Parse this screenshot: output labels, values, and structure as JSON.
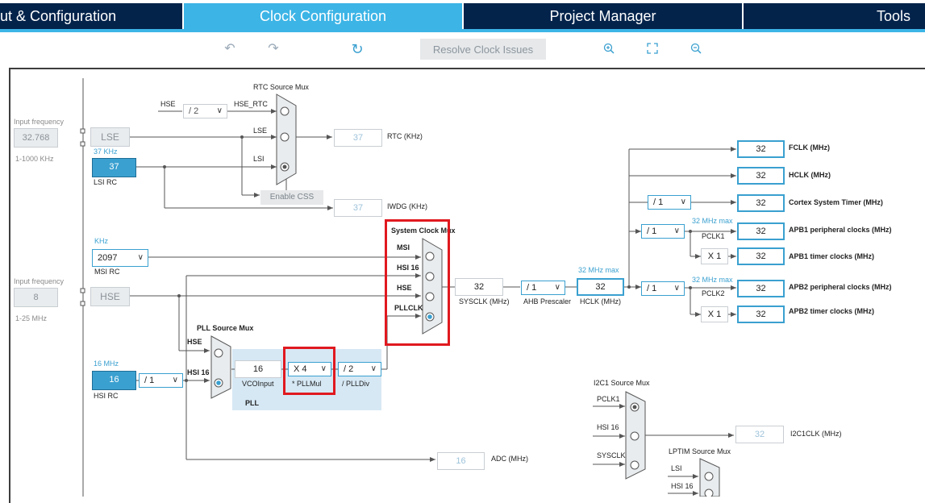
{
  "tabs": [
    {
      "label": "ut & Configuration",
      "active": false
    },
    {
      "label": "Clock Configuration",
      "active": true
    },
    {
      "label": "Project Manager",
      "active": false
    },
    {
      "label": "Tools",
      "active": false
    }
  ],
  "toolbar": {
    "undo_icon": "undo-icon",
    "redo_icon": "redo-icon",
    "refresh_icon": "refresh-icon",
    "resolve_label": "Resolve Clock Issues",
    "zoom_in_icon": "zoom-in-icon",
    "fit_icon": "fit-to-screen-icon",
    "zoom_out_icon": "zoom-out-icon"
  },
  "lse": {
    "input_label": "Input frequency",
    "value": "32.768",
    "range": "1-1000 KHz",
    "name": "LSE"
  },
  "lsi": {
    "freq_label": "37 KHz",
    "value": "37",
    "name": "LSI RC"
  },
  "msi": {
    "unit": "KHz",
    "value": "2097",
    "name": "MSI RC"
  },
  "hse": {
    "input_label": "Input frequency",
    "value": "8",
    "range": "1-25 MHz",
    "name": "HSE"
  },
  "hsi": {
    "freq_label": "16 MHz",
    "value": "16",
    "name": "HSI RC",
    "div": "/ 1"
  },
  "rtc_mux": {
    "title": "RTC Source Mux",
    "hse_label": "HSE",
    "hse_div": "/ 2",
    "hse_rtc": "HSE_RTC",
    "lse_label": "LSE",
    "lsi_label": "LSI",
    "rtc_value": "37",
    "rtc_unit": "RTC (KHz)",
    "enable_css": "Enable CSS",
    "iwdg_value": "37",
    "iwdg_unit": "IWDG (KHz)"
  },
  "sys_mux": {
    "title": "System Clock Mux",
    "inputs": [
      "MSI",
      "HSI 16",
      "HSE",
      "PLLCLK"
    ],
    "sysclk_value": "32",
    "sysclk_label": "SYSCLK (MHz)"
  },
  "ahb": {
    "div": "/ 1",
    "label": "AHB Prescaler",
    "max": "32 MHz max",
    "hclk_value": "32",
    "hclk_label": "HCLK (MHz)"
  },
  "pll_mux": {
    "title": "PLL Source Mux",
    "hse": "HSE",
    "hsi": "HSI 16"
  },
  "pll": {
    "vco_value": "16",
    "vco_label": "VCOInput",
    "mul": "X 4",
    "mul_label": "* PLLMul",
    "div": "/ 2",
    "div_label": "/ PLLDiv",
    "name": "PLL"
  },
  "outputs": {
    "fclk": {
      "value": "32",
      "label": "FCLK (MHz)"
    },
    "hclk": {
      "value": "32",
      "label": "HCLK (MHz)"
    },
    "cortex": {
      "div": "/ 1",
      "value": "32",
      "label": "Cortex System Timer (MHz)"
    },
    "apb1": {
      "div": "/ 1",
      "max": "32 MHz max",
      "pclk": "PCLK1",
      "value": "32",
      "label": "APB1 peripheral clocks (MHz)"
    },
    "apb1_timer": {
      "mul": "X 1",
      "value": "32",
      "label": "APB1 timer clocks (MHz)"
    },
    "apb2": {
      "div": "/ 1",
      "max": "32 MHz max",
      "pclk": "PCLK2",
      "value": "32",
      "label": "APB2 peripheral clocks (MHz)"
    },
    "apb2_timer": {
      "mul": "X 1",
      "value": "32",
      "label": "APB2 timer clocks (MHz)"
    }
  },
  "i2c1": {
    "title": "I2C1 Source Mux",
    "inputs": [
      "PCLK1",
      "HSI 16",
      "SYSCLK"
    ],
    "value": "32",
    "label": "I2C1CLK (MHz)"
  },
  "lptim": {
    "title": "LPTIM Source Mux",
    "inputs": [
      "LSI",
      "HSI 16"
    ]
  },
  "adc": {
    "value": "16",
    "label": "ADC (MHz)"
  }
}
